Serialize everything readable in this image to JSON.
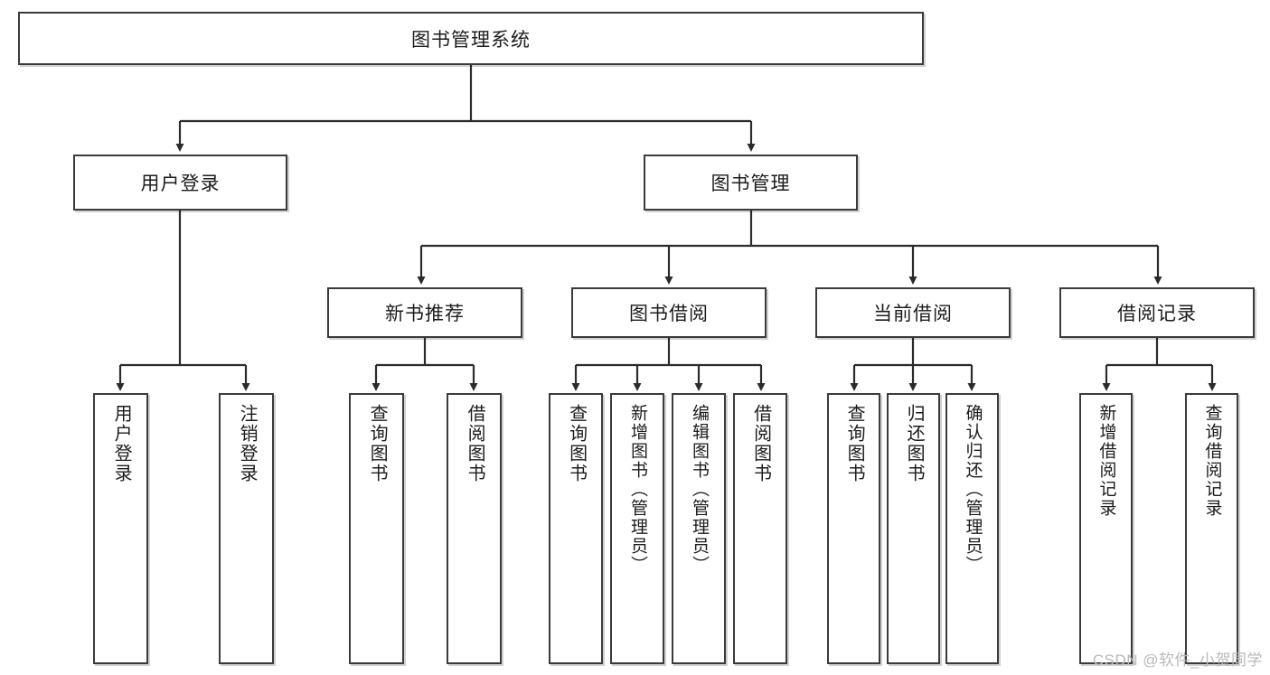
{
  "diagram": {
    "title": "图书管理系统",
    "type": "tree-hierarchy",
    "root": {
      "label": "图书管理系统"
    },
    "level2": [
      {
        "label": "用户登录"
      },
      {
        "label": "图书管理"
      }
    ],
    "level3": [
      {
        "label": "新书推荐"
      },
      {
        "label": "图书借阅"
      },
      {
        "label": "当前借阅"
      },
      {
        "label": "借阅记录"
      }
    ],
    "leaves": {
      "user_login": [
        {
          "label": "用户登录"
        },
        {
          "label": "注销登录"
        }
      ],
      "new_book_recommend": [
        {
          "label": "查询图书"
        },
        {
          "label": "借阅图书"
        }
      ],
      "book_borrow": [
        {
          "label": "查询图书"
        },
        {
          "label": "新增图书（管理员）"
        },
        {
          "label": "编辑图书（管理员）"
        },
        {
          "label": "借阅图书"
        }
      ],
      "current_borrow": [
        {
          "label": "查询图书"
        },
        {
          "label": "归还图书"
        },
        {
          "label": "确认归还（管理员）"
        }
      ],
      "borrow_record": [
        {
          "label": "新增借阅记录"
        },
        {
          "label": "查询借阅记录"
        }
      ]
    }
  },
  "watermark": {
    "text": "CSDN @软件_小贺同学"
  },
  "colors": {
    "border": "#3b3b3b",
    "line": "#2b2b2b",
    "text": "#1c1c1c",
    "background": "#ffffff",
    "watermark": "#b9b9b9"
  }
}
